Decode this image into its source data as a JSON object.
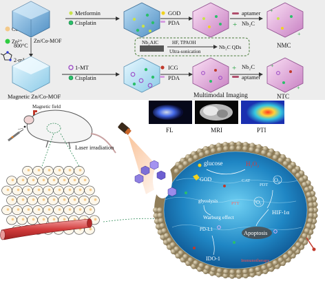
{
  "legend": {
    "co": "Co²⁺",
    "zn": "Zn²⁺",
    "mim": "2-mIm",
    "colors": {
      "co": "#f3c98a",
      "zn": "#2ecc40"
    }
  },
  "top_row": {
    "metformin": "Metformin",
    "cisplatin": "Cisplatin",
    "god": "GOD",
    "pda": "PDA",
    "aptamer": "aptamer",
    "nb2c": "Nb₂C",
    "zn_co_mof": "Zn/Co-MOF",
    "temperature": "800°C",
    "product": "NMC"
  },
  "synthesis": {
    "source": "Nb₂AlC",
    "reagents": "HF, TPAOH",
    "method": "Ultra-sonication",
    "product": "Nb₂C QDs"
  },
  "bottom_row": {
    "label": "Magnetic Zn/Co-MOF",
    "mt": "1-MT",
    "cisplatin": "Cisplatin",
    "icg": "ICG",
    "pda": "PDA",
    "nb2c": "Nb₂C",
    "aptamer": "aptamer",
    "product": "NTC"
  },
  "imaging": {
    "title": "Multimodal Imaging",
    "panels": [
      "FL",
      "MRI",
      "PTI"
    ]
  },
  "mouse": {
    "magnetic_field": "Magnetic field",
    "laser": "Laser  irradiation"
  },
  "cell": {
    "labels": {
      "glucose": "glucose",
      "h2o2": "H₂O₂",
      "god": "GOD",
      "pdt": "PDT",
      "o2": "O₂",
      "singlet_o2": "¹O₂",
      "ptt": "PTT",
      "glycolysis": "glycolysis",
      "warburg": "Warburg effect",
      "pdl1": "PD-L1",
      "hif": "HIF-1α",
      "apoptosis": "Apoptosis",
      "ido": "IDO-1",
      "immuno": "Immunotherapy",
      "cat": "CAT"
    }
  }
}
